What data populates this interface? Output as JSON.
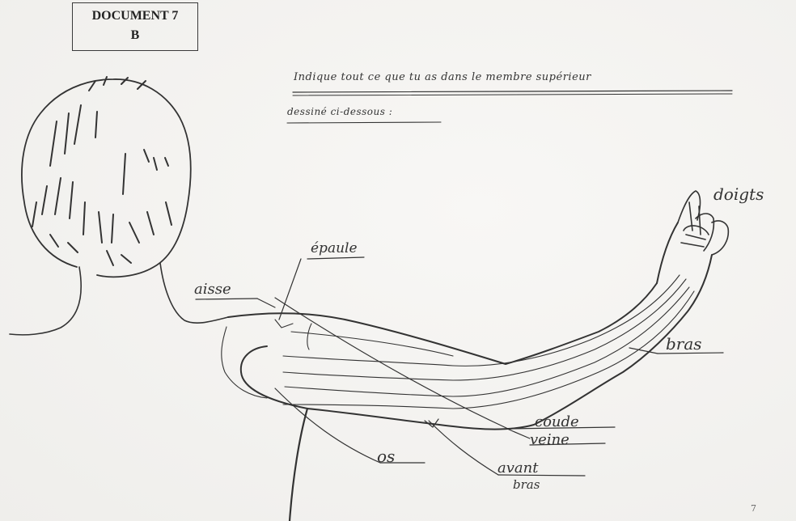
{
  "document": {
    "box_line1": "DOCUMENT 7",
    "box_line2": "B"
  },
  "instruction": {
    "line1": "Indique tout ce que tu as dans le membre supérieur",
    "line2": "dessiné ci-dessous :"
  },
  "labels": {
    "doigts": "doigts",
    "epaule": "épaule",
    "aisse": "aisse",
    "bras": "bras",
    "coude": "coude",
    "veine": "veine",
    "os": "os",
    "avant": "avant",
    "bras2": "bras"
  },
  "page_number": "7",
  "colors": {
    "ink": "#333333",
    "paper": "#f4f3f1"
  }
}
